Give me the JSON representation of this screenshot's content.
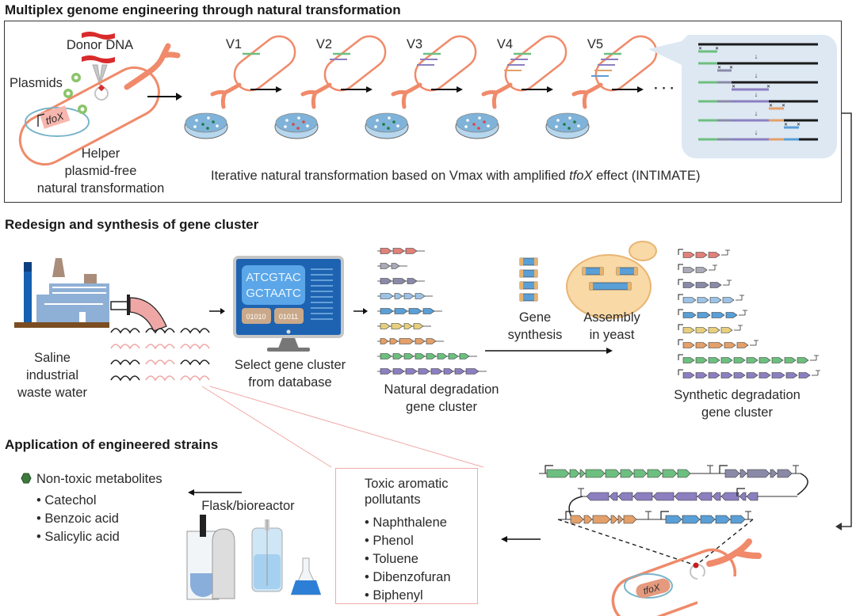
{
  "sections": {
    "multiplex": {
      "title": "Multiplex genome engineering through natural transformation",
      "donor_dna_label": "Donor DNA",
      "plasmids_label": "Plasmids",
      "tfox_label": "tfoX",
      "helper_caption": [
        "Helper",
        "plasmid-free",
        "natural transformation"
      ],
      "versions": [
        "V1",
        "V2",
        "V3",
        "V4",
        "V5"
      ],
      "ellipsis": "· · ·",
      "caption_pre": "Iterative natural transformation based on Vmax with amplified ",
      "caption_em": "tfoX",
      "caption_post": " effect (INTIMATE)"
    },
    "redesign": {
      "title": "Redesign and synthesis of gene cluster",
      "wastewater_caption": [
        "Saline",
        "industrial",
        "waste water"
      ],
      "screen_lines": [
        "ATCGTAC",
        "GCTAATC"
      ],
      "screen_bits": [
        "01010",
        "01011"
      ],
      "database_caption": [
        "Select gene cluster",
        "from database"
      ],
      "natural_caption": [
        "Natural degradation",
        "gene cluster"
      ],
      "gene_synthesis_caption": [
        "Gene",
        "synthesis"
      ],
      "assembly_caption": [
        "Assembly",
        "in yeast"
      ],
      "synthetic_caption": [
        "Synthetic degradation",
        "gene cluster"
      ]
    },
    "application": {
      "title": "Application of engineered strains",
      "nontoxic_heading": "Non-toxic metabolites",
      "nontoxic_items": [
        "Catechol",
        "Benzoic acid",
        "Salicylic acid"
      ],
      "bioreactor_label": "Flask/bioreactor",
      "toxic_heading": [
        "Toxic aromatic",
        "pollutants"
      ],
      "toxic_items": [
        "Naphthalene",
        "Phenol",
        "Toluene",
        "Dibenzofuran",
        "Biphenyl"
      ],
      "tfox_label": "tfoX"
    }
  },
  "icons": {
    "nontoxic": "hexagon-icon",
    "toxic": "skull-icon"
  },
  "colors": {
    "bacterium_outline": "#f08a6a",
    "flagellum": "#f08a6a",
    "donor_dna": "#d92b2b",
    "plasmid_green": "#8bc46a",
    "tfox_fill": "#f7b6ae",
    "panel_bg_blue": "#dde8f3",
    "gene_green": "#6dbf7f",
    "gene_purple": "#8c7fc0",
    "gene_orange": "#e3a06a",
    "gene_blue": "#5a9fd6",
    "gene_red": "#e0817a",
    "gene_gray": "#8a8aa8",
    "gene_yellow": "#e7cf7d",
    "toxic_box_border": "#f1a9a7",
    "monitor_blue": "#1d63b1",
    "wastewater_pink": "#efa7a6"
  }
}
